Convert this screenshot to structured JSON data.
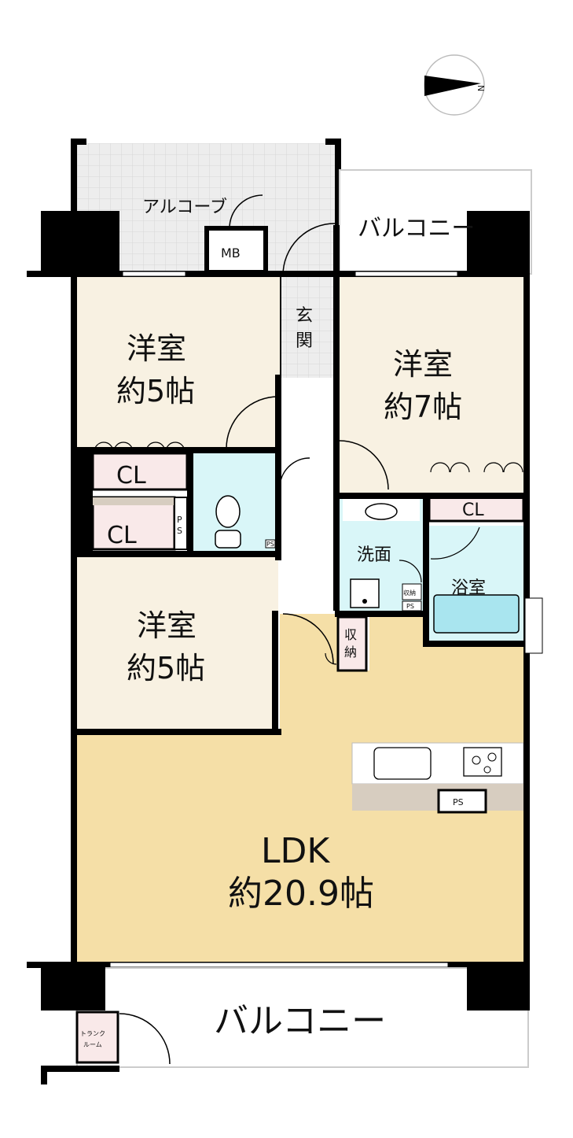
{
  "compass": {
    "label": "N"
  },
  "rooms": {
    "alcove": "アルコーブ",
    "mb": "MB",
    "genkan": [
      "玄",
      "関"
    ],
    "balcony_top": "バルコニー",
    "bed1": {
      "name": "洋室",
      "size": "約5帖"
    },
    "bed2": {
      "name": "洋室",
      "size": "約7帖"
    },
    "bed3": {
      "name": "洋室",
      "size": "約5帖"
    },
    "cl1": "CL",
    "cl2": "CL",
    "cl3": "CL",
    "ps_vertical": [
      "P",
      "S"
    ],
    "ps_wc": "PS",
    "washroom": "洗面",
    "washroom_storage": "収納",
    "washroom_ps": "PS",
    "bath": "浴室",
    "storage": [
      "収",
      "納"
    ],
    "kitchen_ps": "PS",
    "ldk": {
      "name": "LDK",
      "size": "約20.9帖"
    },
    "balcony_bottom": "バルコニー",
    "trunk": [
      "トランク",
      "ルーム"
    ]
  },
  "colors": {
    "wall": "#000000",
    "bedroom": "#f8f1e2",
    "ldk": "#f5dfa7",
    "wet": "#d9f6f8",
    "closet": "#f9e9e9",
    "alcove": "#ececec",
    "kitchen_counter": "#d7cdc0"
  }
}
